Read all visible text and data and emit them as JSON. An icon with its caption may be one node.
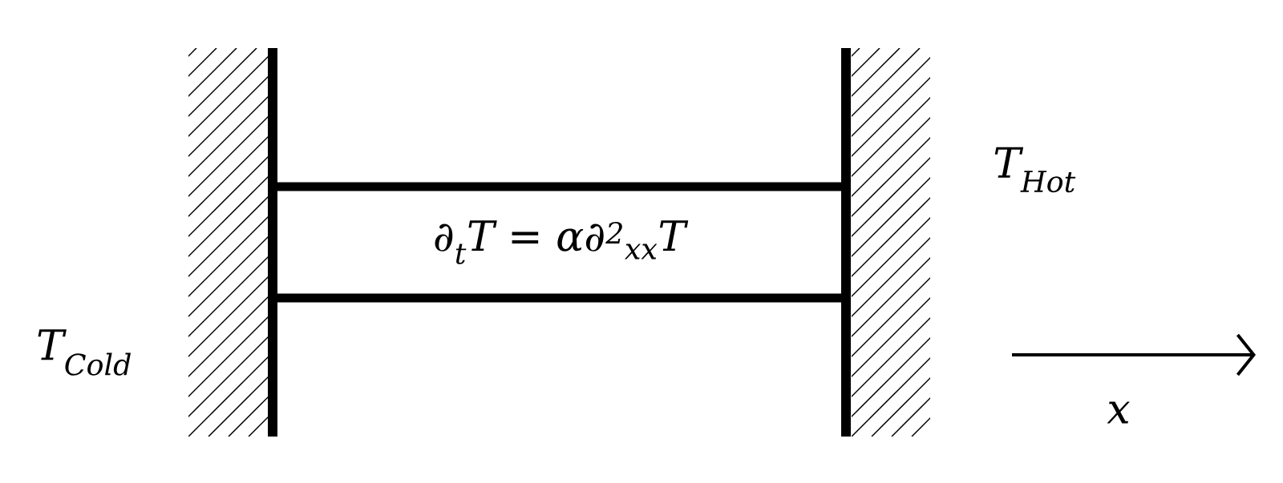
{
  "diagram": {
    "nodes": [
      {
        "text": [
          "∂$_{t}$T = α∂$^{2}$$_{xx}$T"
        ]
      }
    ],
    "edges": [],
    "labels": [
      "T$_{Cold}$",
      "T$_{Hot}$",
      "x"
    ]
  }
}
